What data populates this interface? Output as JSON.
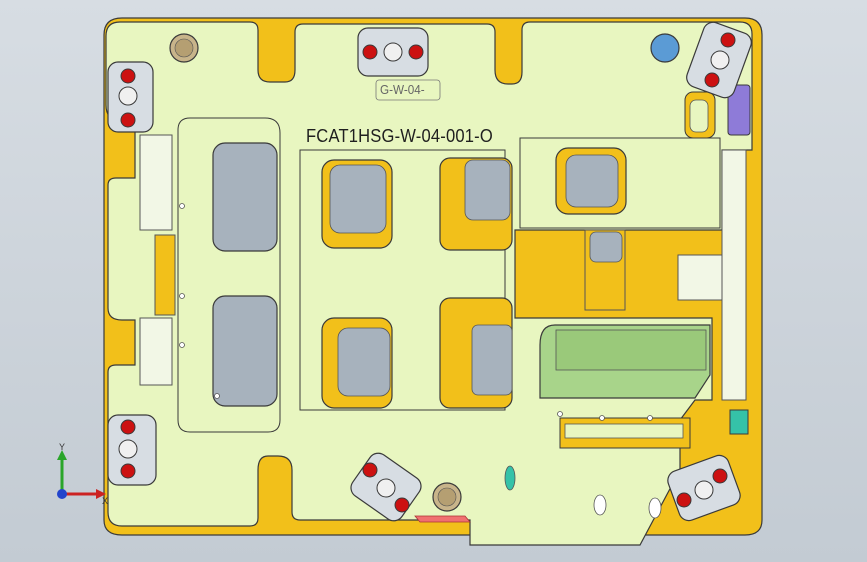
{
  "part": {
    "label": "FCAT1HSG-W-04-001-O",
    "sub_label": "G-W-04-"
  },
  "triad": {
    "y_label": "Y",
    "x_label": "X"
  },
  "colors": {
    "background_top": "#d7dde3",
    "background_bottom": "#c3cbd3",
    "plate": "#e8f6c0",
    "plate_outline": "#3a3a3a",
    "yellow_frame": "#f2c01a",
    "fastener_red": "#cc1111",
    "pin_blue": "#5b9bd5",
    "pin_tan": "#c8b48a",
    "green_block": "#a8d48a"
  },
  "icons": [
    "hex-bolt-icon",
    "locating-pin-icon",
    "axis-triad-icon"
  ]
}
